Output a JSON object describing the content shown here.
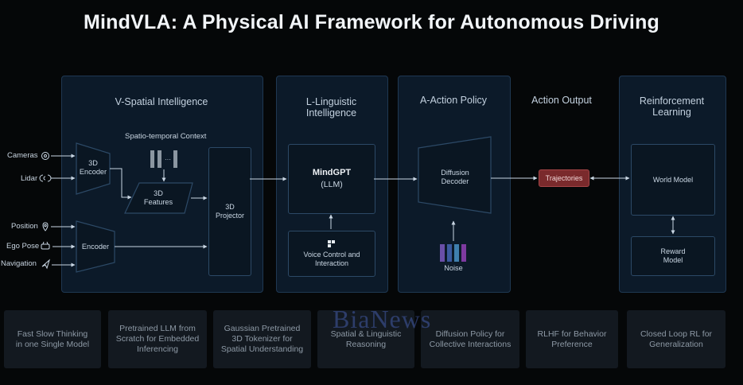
{
  "title": "MindVLA: A Physical AI Framework for Autonomous Driving",
  "panels": {
    "spatial": "V-Spatial Intelligence",
    "linguistic": "L-Linguistic\nIntelligence",
    "action": "A-Action Policy",
    "action_output": "Action Output",
    "rl": "Reinforcement\nLearning"
  },
  "inputs": [
    "Cameras",
    "Lidar",
    "Position",
    "Ego Pose",
    "Navigation"
  ],
  "nodes": {
    "encoder_3d": "3D\nEncoder",
    "encoder": "Encoder",
    "context": "Spatio-temporal Context",
    "features": "3D\nFeatures",
    "projector": "3D\nProjector",
    "mindgpt": "MindGPT",
    "llm": "(LLM)",
    "voice": "Voice Control and\nInteraction",
    "diffusion": "Diffusion\nDecoder",
    "noise": "Noise",
    "trajectories": "Trajectories",
    "world_model": "World Model",
    "reward_model": "Reward\nModel"
  },
  "features": [
    "Fast Slow Thinking\nin one Single Model",
    "Pretrained LLM from\nScratch for Embedded\nInferencing",
    "Gaussian Pretrained\n3D Tokenizer for\nSpatial Understanding",
    "Spatial & Linguistic\nReasoning",
    "Diffusion Policy for\nCollective Interactions",
    "RLHF for Behavior\nPreference",
    "Closed Loop RL for\nGeneralization"
  ],
  "watermark": "BiaNews",
  "colors": {
    "background": "#050708",
    "panel": "#0c1a29",
    "panel_border": "#1f3852",
    "trajectories": "#7a2a2c",
    "mindgpt": "#e6ecf2"
  },
  "icons": {
    "cameras": "camera-icon",
    "lidar": "lidar-icon",
    "position": "location-pin-icon",
    "ego_pose": "car-icon",
    "navigation": "navigation-arrow-icon",
    "voice": "voice-control-icon"
  }
}
